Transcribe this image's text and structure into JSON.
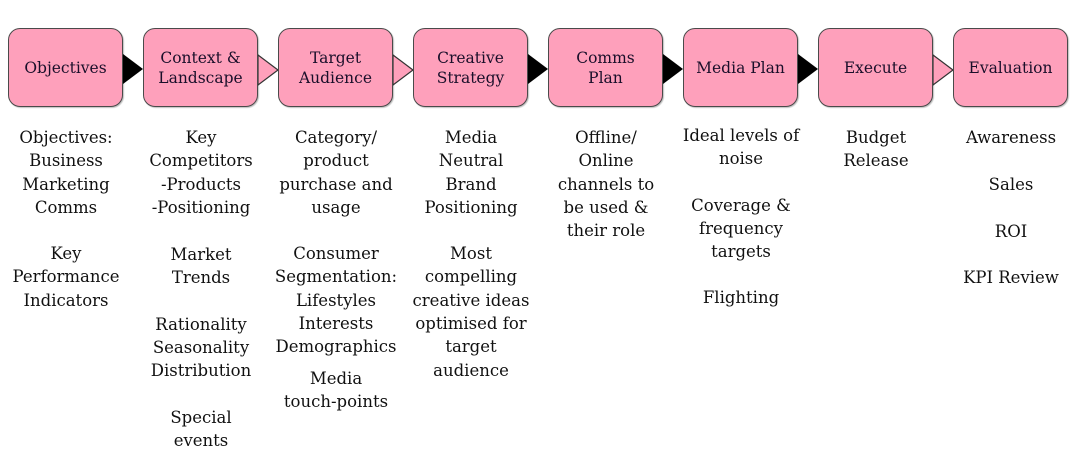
{
  "steps": [
    {
      "label": "Objectives",
      "arrow_after": "solid"
    },
    {
      "label": "Context &\nLandscape",
      "arrow_after": "outline"
    },
    {
      "label": "Target\nAudience",
      "arrow_after": "outline"
    },
    {
      "label": "Creative\nStrategy",
      "arrow_after": "solid"
    },
    {
      "label": "Comms\nPlan",
      "arrow_after": "solid"
    },
    {
      "label": "Media Plan",
      "arrow_after": "solid"
    },
    {
      "label": "Execute",
      "arrow_after": "outline"
    },
    {
      "label": "Evaluation",
      "arrow_after": null
    }
  ],
  "details": [
    [
      "Objectives:\nBusiness\nMarketing\nComms",
      "Key\nPerformance\nIndicators"
    ],
    [
      "Key\nCompetitors\n-Products\n-Positioning",
      "Market\nTrends",
      "Rationality\nSeasonality\nDistribution",
      "Special\nevents"
    ],
    [
      "Category/\nproduct\npurchase and\nusage",
      "Consumer\nSegmentation:\nLifestyles\nInterests\nDemographics",
      "Media\ntouch-points"
    ],
    [
      "Media\nNeutral\nBrand\nPositioning",
      "Most\ncompelling\ncreative ideas\noptimised for\ntarget\naudience"
    ],
    [
      "Offline/\nOnline\nchannels to\nbe used &\ntheir role"
    ],
    [
      "Ideal levels of\nnoise",
      "Coverage &\nfrequency\ntargets",
      "Flighting"
    ],
    [
      "Budget\nRelease"
    ],
    [
      "Awareness",
      "Sales",
      "ROI",
      "KPI Review"
    ]
  ],
  "colors": {
    "box_fill": "#fea0bb",
    "box_border": "#4a4a4a",
    "arrow_solid": "#000000"
  }
}
